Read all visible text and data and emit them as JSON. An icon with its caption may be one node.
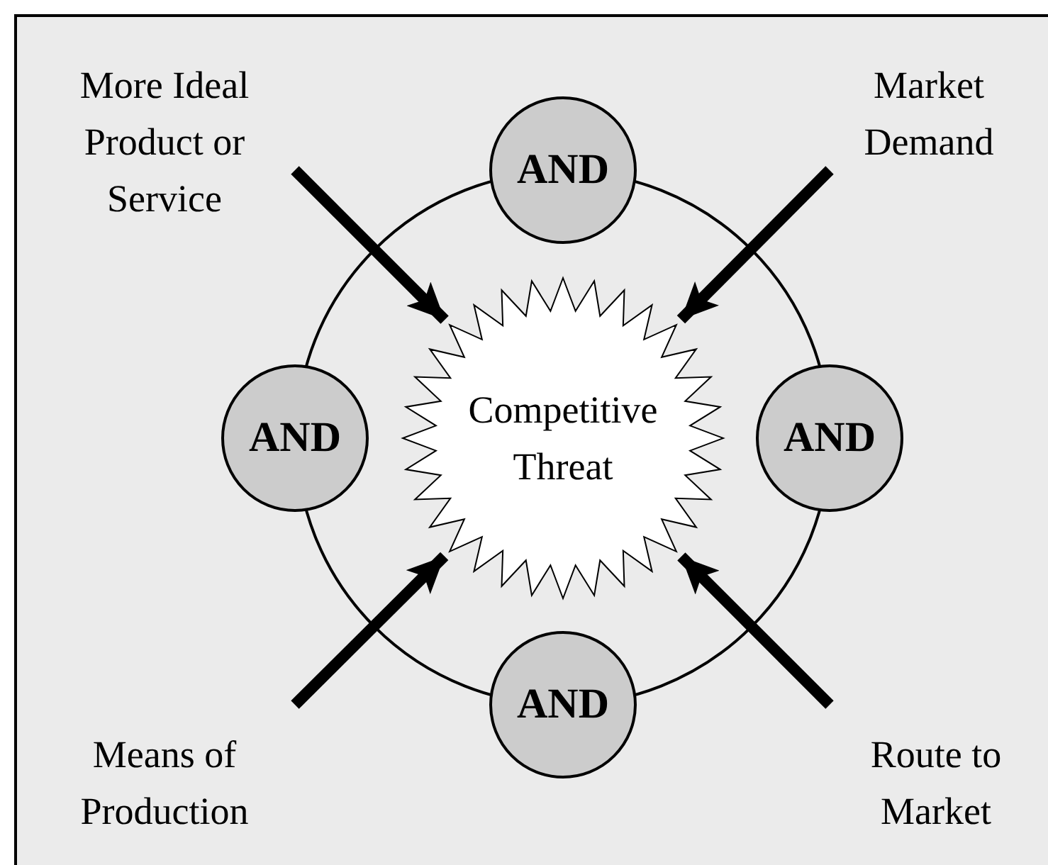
{
  "diagram": {
    "nodes": [
      {
        "text": [
          "More Ideal Product or Service"
        ]
      },
      {
        "text": [
          "Market Demand"
        ]
      },
      {
        "text": [
          "AND"
        ]
      },
      {
        "text": [
          "AND"
        ]
      },
      {
        "text": [
          "Competitive Threat"
        ]
      },
      {
        "text": [
          "AND"
        ]
      },
      {
        "text": [
          "AND"
        ]
      },
      {
        "text": [
          "Means of Production"
        ]
      },
      {
        "text": [
          "Route to Market"
        ]
      }
    ],
    "edges": [
      {
        "from": 0,
        "to": 4,
        "arrow": "to"
      },
      {
        "from": 1,
        "to": 4,
        "arrow": "to"
      },
      {
        "from": 7,
        "to": 4,
        "arrow": "to"
      },
      {
        "from": 8,
        "to": 4,
        "arrow": "to"
      }
    ]
  }
}
